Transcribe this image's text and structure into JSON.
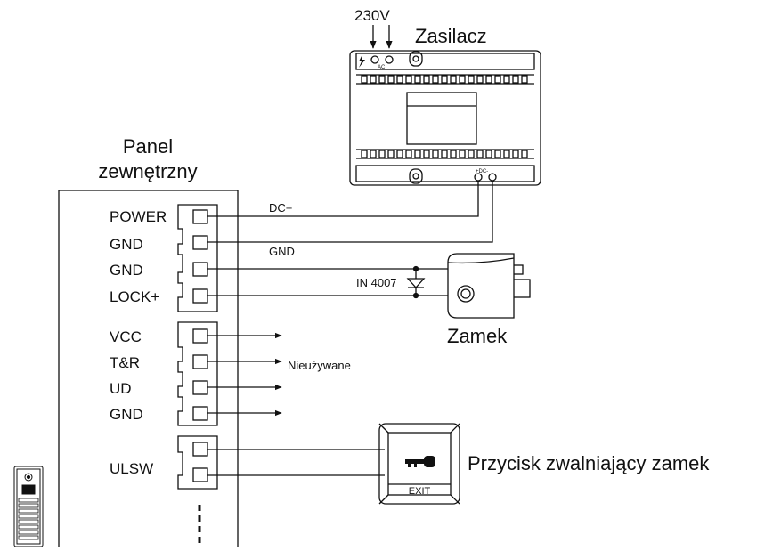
{
  "colors": {
    "line": "#111111",
    "background": "#ffffff",
    "device_fill": "#ffffff"
  },
  "power_supply": {
    "title": "Zasilacz",
    "input_label": "230V",
    "ac_label": "AC",
    "dc_label": "+DC-",
    "icon": "lightning-icon"
  },
  "panel": {
    "title_line1": "Panel",
    "title_line2": "zewnętrzny",
    "terminals": {
      "power": "POWER",
      "gnd1": "GND",
      "gnd2": "GND",
      "lock": "LOCK+",
      "vcc": "VCC",
      "tr": "T&R",
      "ud": "UD",
      "gnd3": "GND",
      "ulsw": "ULSW"
    }
  },
  "wires": {
    "dc_plus": "DC+",
    "gnd": "GND",
    "diode": "IN 4007",
    "unused": "Nieużywane"
  },
  "lock": {
    "title": "Zamek"
  },
  "exit_button": {
    "title": "Przycisk zwalniający zamek",
    "caption": "EXIT",
    "icon": "key-icon"
  },
  "thumbnail": {
    "icon": "door-station-icon"
  }
}
